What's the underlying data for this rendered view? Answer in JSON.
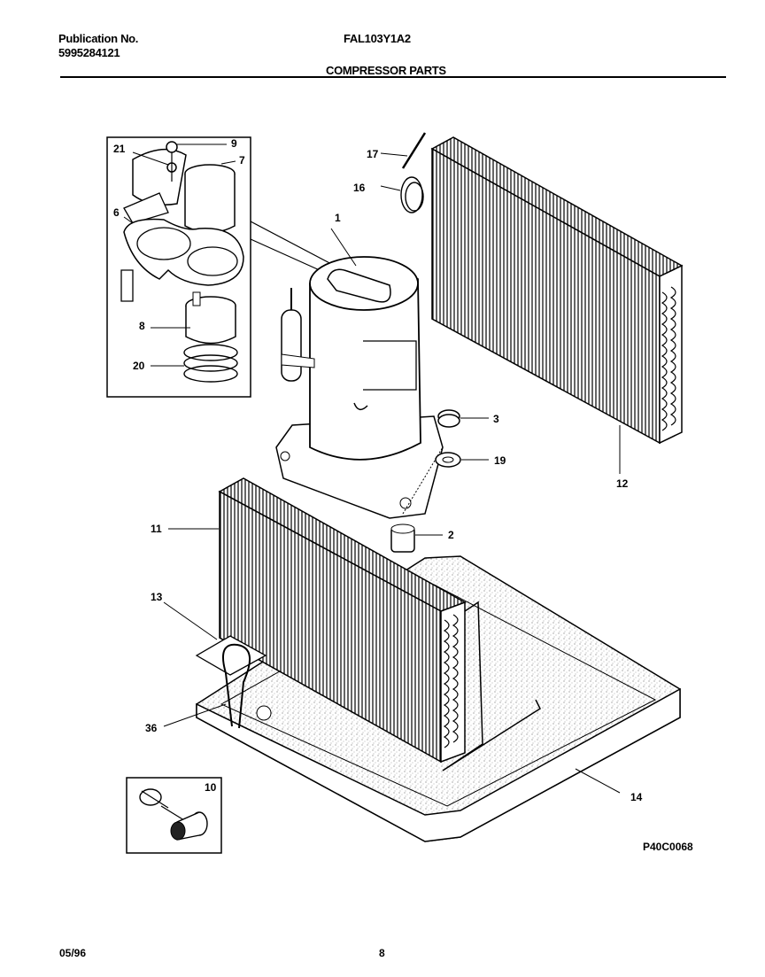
{
  "header": {
    "publication_label": "Publication No.",
    "publication_number": "5995284121",
    "model": "FAL103Y1A2",
    "section_title": "COMPRESSOR PARTS"
  },
  "callouts": [
    "1",
    "2",
    "3",
    "6",
    "7",
    "8",
    "9",
    "10",
    "11",
    "12",
    "13",
    "14",
    "16",
    "17",
    "19",
    "20",
    "21",
    "36"
  ],
  "drawing_code": "P40C0068",
  "footer": {
    "date": "05/96",
    "page": "8"
  }
}
